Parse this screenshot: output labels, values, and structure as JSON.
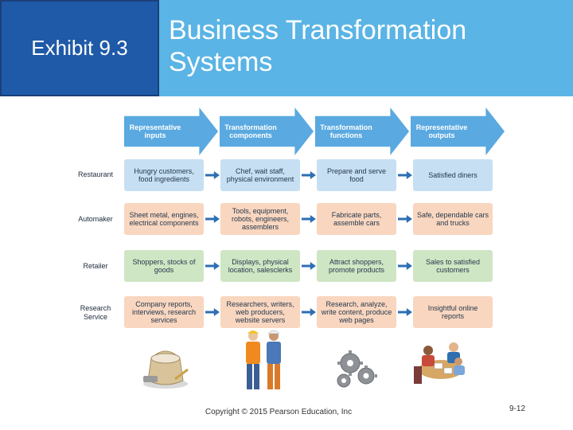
{
  "header": {
    "exhibit_label": "Exhibit 9.3",
    "title_line1": "Business Transformation",
    "title_line2": "Systems"
  },
  "columns": [
    {
      "line1": "Representative",
      "line2": "inputs"
    },
    {
      "line1": "Transformation",
      "line2": "components"
    },
    {
      "line1": "Transformation",
      "line2": "functions"
    },
    {
      "line1": "Representative",
      "line2": "outputs"
    }
  ],
  "rows": [
    {
      "label_line1": "Restaurant",
      "label_line2": "",
      "cells": [
        [
          "Hungry customers,",
          "food ingredients",
          ""
        ],
        [
          "Chef, wait staff,",
          "physical environment",
          ""
        ],
        [
          "Prepare and serve",
          "food",
          ""
        ],
        [
          "Satisfied diners",
          "",
          ""
        ]
      ]
    },
    {
      "label_line1": "Automaker",
      "label_line2": "",
      "cells": [
        [
          "Sheet metal, engines,",
          "electrical components",
          ""
        ],
        [
          "Tools, equipment,",
          "robots, engineers,",
          "assemblers"
        ],
        [
          "Fabricate parts,",
          "assemble cars",
          ""
        ],
        [
          "Safe, dependable cars",
          "and trucks",
          ""
        ]
      ]
    },
    {
      "label_line1": "Retailer",
      "label_line2": "",
      "cells": [
        [
          "Shoppers, stocks of",
          "goods",
          ""
        ],
        [
          "Displays, physical",
          "location, salesclerks",
          ""
        ],
        [
          "Attract shoppers,",
          "promote products",
          ""
        ],
        [
          "Sales to satisfied",
          "customers",
          ""
        ]
      ]
    },
    {
      "label_line1": "Research",
      "label_line2": "Service",
      "cells": [
        [
          "Company reports,",
          "interviews, research",
          "services"
        ],
        [
          "Researchers, writers,",
          "web producers,",
          "website servers"
        ],
        [
          "Research, analyze,",
          "write content, produce",
          "web pages"
        ],
        [
          "Insightful online",
          "reports",
          ""
        ]
      ]
    }
  ],
  "footer": {
    "copyright": "Copyright © 2015 Pearson Education, Inc",
    "page_number": "9-12"
  },
  "colors": {
    "exhibit_bg": "#1f5aa8",
    "title_band": "#5ab4e5",
    "arrow": "#5aa9e0",
    "restaurant_box": "#c6dff3",
    "automaker_box": "#f9d6bf",
    "retailer_box": "#cfe6c4",
    "research_box": "#f9d6bf"
  },
  "illustrations": [
    "flour-sack-icon",
    "workers-icon",
    "gears-icon",
    "team-meeting-icon"
  ]
}
